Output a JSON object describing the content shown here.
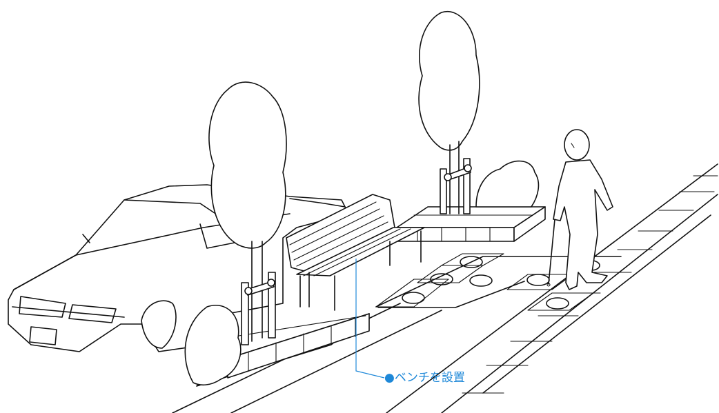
{
  "callout": {
    "label": "●ベンチを設置",
    "color": "#1e88d8"
  },
  "illustration": {
    "subjects": [
      "car",
      "street-tree",
      "bench",
      "planter",
      "tactile-paving",
      "pedestrian-with-cane",
      "curb"
    ],
    "line_color": "#111111",
    "background": "#ffffff"
  }
}
